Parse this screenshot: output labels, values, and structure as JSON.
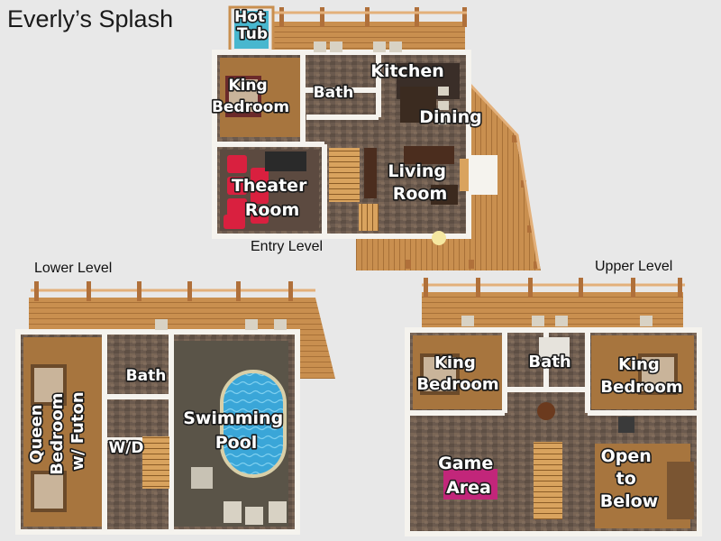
{
  "title": "Everly’s Splash",
  "levels": {
    "entry": {
      "label": "Entry Level",
      "rooms": {
        "hot_tub": [
          "Hot",
          "Tub"
        ],
        "king_bedroom": [
          "King",
          "Bedroom"
        ],
        "bath": [
          "Bath"
        ],
        "kitchen": [
          "Kitchen"
        ],
        "dining": [
          "Dining"
        ],
        "theater": [
          "Theater",
          "Room"
        ],
        "living": [
          "Living",
          "Room"
        ]
      }
    },
    "lower": {
      "label": "Lower Level",
      "rooms": {
        "bath": [
          "Bath"
        ],
        "pool": [
          "Swimming",
          "Pool"
        ],
        "wd": [
          "W/D"
        ],
        "queen": [
          "Queen",
          "Bedroom",
          "w/ Futon"
        ]
      }
    },
    "upper": {
      "label": "Upper Level",
      "rooms": {
        "king_left": [
          "King",
          "Bedroom"
        ],
        "bath": [
          "Bath"
        ],
        "king_right": [
          "King",
          "Bedroom"
        ],
        "game": [
          "Game",
          "Area"
        ],
        "open": [
          "Open",
          "to",
          "Below"
        ]
      }
    }
  },
  "colors": {
    "deck": "#c98f4f",
    "deck_rail": "#e3b07a",
    "floor_stone": "#6b5a4e",
    "wall": "#f5f3ee",
    "wall_wood": "#c98a48",
    "pool_water": "#3aa6d8",
    "theater_seat": "#d9203f",
    "game_table": "#c2267a",
    "hot_tub": "#48b7cf"
  }
}
